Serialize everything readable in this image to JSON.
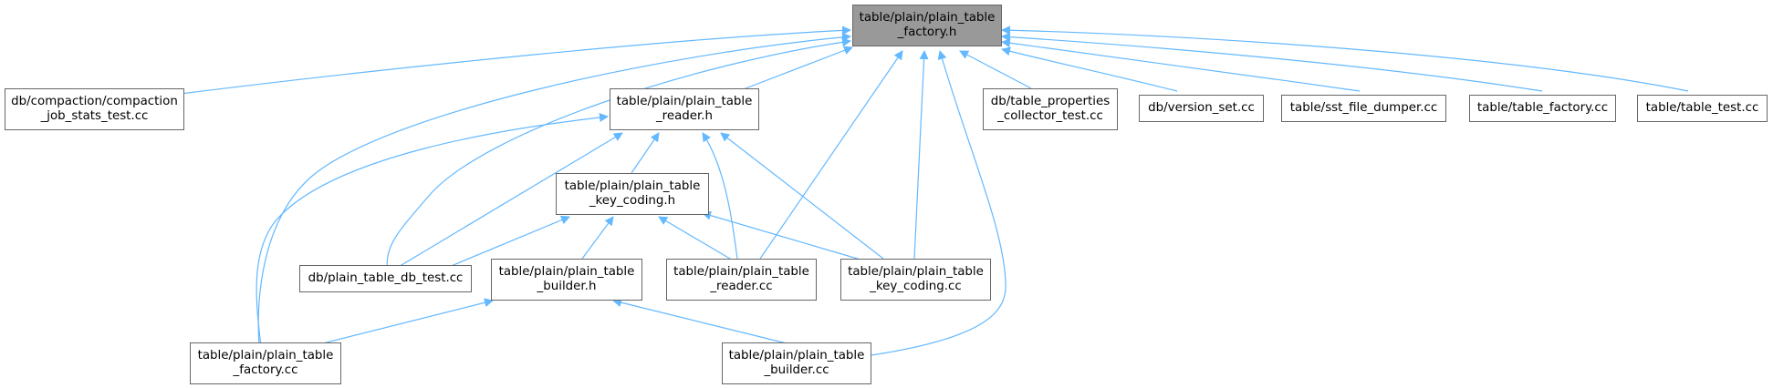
{
  "graph": {
    "edge_color": "#63b8ff",
    "root_fill": "#999999",
    "nodes": {
      "root": {
        "lines": [
          "table/plain/plain_table",
          "_factory.h"
        ]
      },
      "compaction_test": {
        "lines": [
          "db/compaction/compaction",
          "_job_stats_test.cc"
        ]
      },
      "reader_h": {
        "lines": [
          "table/plain/plain_table",
          "_reader.h"
        ]
      },
      "props_test": {
        "lines": [
          "db/table_properties",
          "_collector_test.cc"
        ]
      },
      "version_set": {
        "lines": [
          "db/version_set.cc"
        ]
      },
      "sst_dumper": {
        "lines": [
          "table/sst_file_dumper.cc"
        ]
      },
      "table_factory": {
        "lines": [
          "table/table_factory.cc"
        ]
      },
      "table_test": {
        "lines": [
          "table/table_test.cc"
        ]
      },
      "key_coding_h": {
        "lines": [
          "table/plain/plain_table",
          "_key_coding.h"
        ]
      },
      "db_test": {
        "lines": [
          "db/plain_table_db_test.cc"
        ]
      },
      "builder_h": {
        "lines": [
          "table/plain/plain_table",
          "_builder.h"
        ]
      },
      "reader_cc": {
        "lines": [
          "table/plain/plain_table",
          "_reader.cc"
        ]
      },
      "key_coding_cc": {
        "lines": [
          "table/plain/plain_table",
          "_key_coding.cc"
        ]
      },
      "factory_cc": {
        "lines": [
          "table/plain/plain_table",
          "_factory.cc"
        ]
      },
      "builder_cc": {
        "lines": [
          "table/plain/plain_table",
          "_builder.cc"
        ]
      }
    }
  }
}
